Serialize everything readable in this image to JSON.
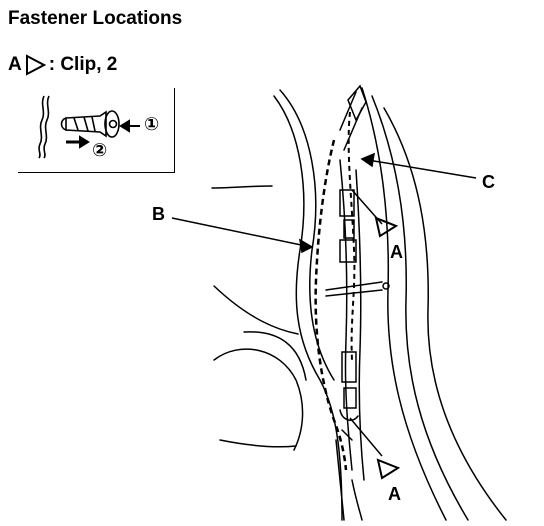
{
  "header": {
    "title": "Fastener Locations"
  },
  "legend": {
    "letter": "A",
    "icon": "triangle-pointer-icon",
    "text": ": Clip, 2"
  },
  "inset": {
    "step_1": "①",
    "step_2": "②"
  },
  "callouts": {
    "a_upper": "A",
    "a_lower": "A",
    "b": "B",
    "c": "C"
  }
}
